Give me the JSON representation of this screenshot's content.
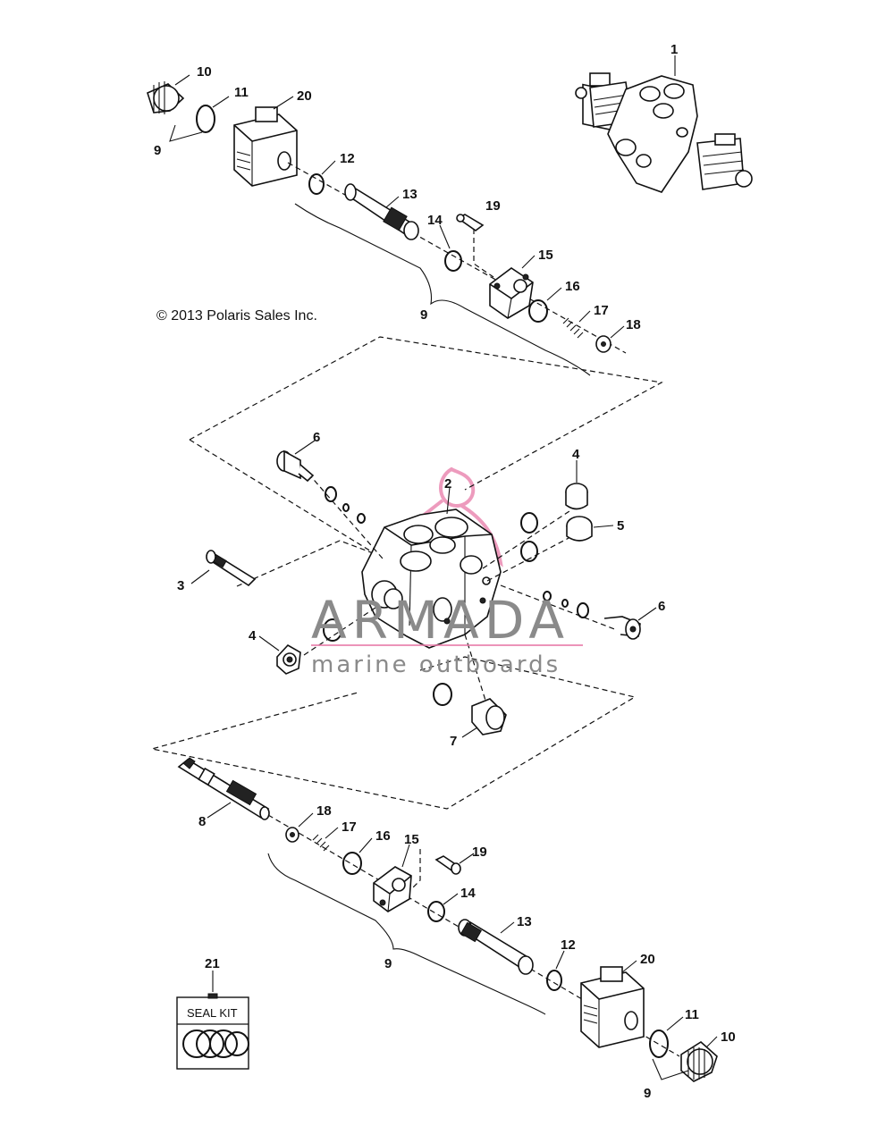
{
  "copyright": "© 2013 Polaris Sales Inc.",
  "watermark": {
    "brand": "ARMADA",
    "tagline": "marine outboards",
    "color": "#e87aa8"
  },
  "seal_kit": {
    "number": "21",
    "label": "SEAL KIT"
  },
  "callouts": {
    "c1": "1",
    "c2": "2",
    "c3": "3",
    "c4a": "4",
    "c4b": "4",
    "c5": "5",
    "c6a": "6",
    "c6b": "6",
    "c7": "7",
    "c8": "8",
    "top_c9a": "9",
    "top_c9b": "9",
    "top_c10": "10",
    "top_c11": "11",
    "top_c12": "12",
    "top_c13": "13",
    "top_c14": "14",
    "top_c15": "15",
    "top_c16": "16",
    "top_c17": "17",
    "top_c18": "18",
    "top_c19": "19",
    "top_c20": "20",
    "bot_c9a": "9",
    "bot_c9b": "9",
    "bot_c10": "10",
    "bot_c11": "11",
    "bot_c12": "12",
    "bot_c13": "13",
    "bot_c14": "14",
    "bot_c15": "15",
    "bot_c16": "16",
    "bot_c17": "17",
    "bot_c18": "18",
    "bot_c19": "19",
    "bot_c20": "20"
  }
}
